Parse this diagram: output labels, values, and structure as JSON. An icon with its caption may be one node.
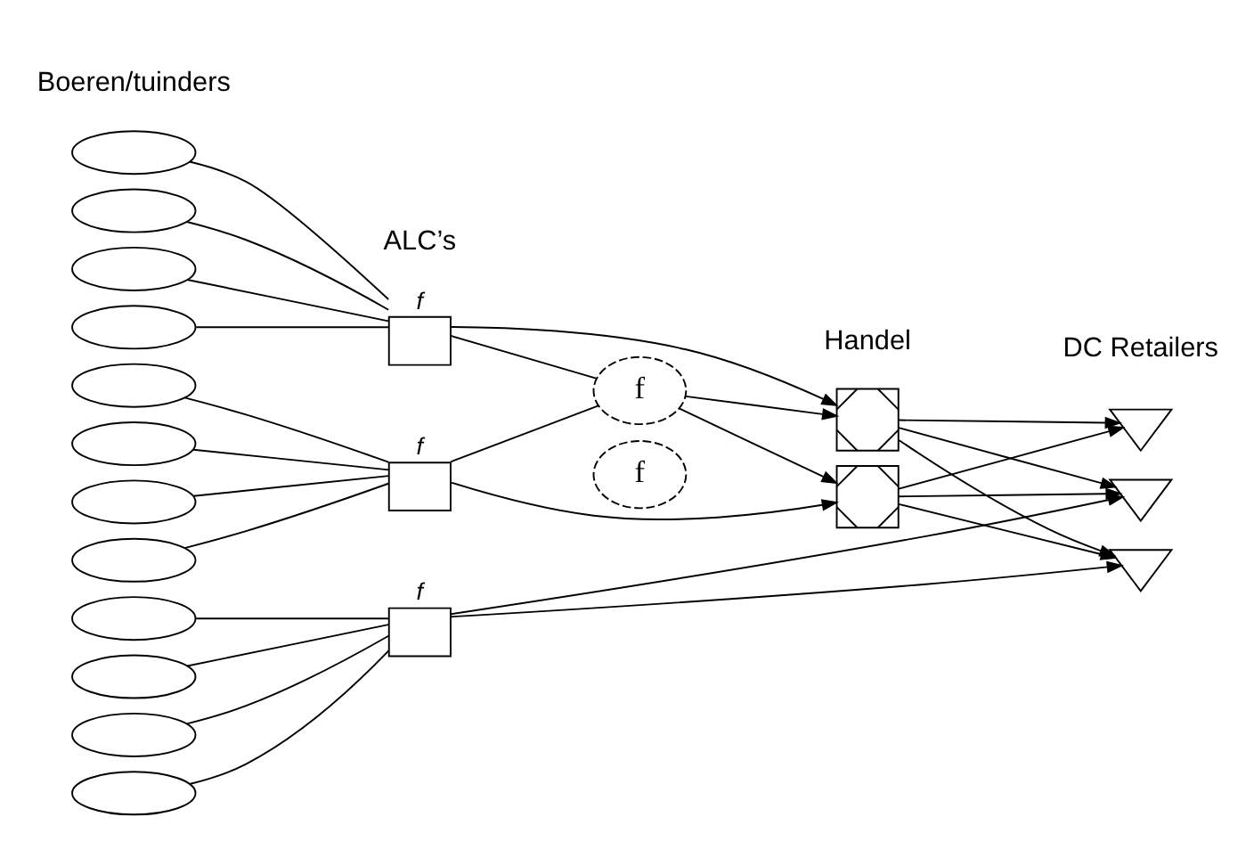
{
  "diagram": {
    "nodes": [
      {
        "text": [],
        "shape": "ellipse"
      },
      {
        "text": [],
        "shape": "ellipse"
      },
      {
        "text": [],
        "shape": "ellipse"
      },
      {
        "text": [],
        "shape": "ellipse"
      },
      {
        "text": [],
        "shape": "ellipse"
      },
      {
        "text": [],
        "shape": "ellipse"
      },
      {
        "text": [],
        "shape": "ellipse"
      },
      {
        "text": [],
        "shape": "ellipse"
      },
      {
        "text": [],
        "shape": "ellipse"
      },
      {
        "text": [],
        "shape": "ellipse"
      },
      {
        "text": [],
        "shape": "ellipse"
      },
      {
        "text": [],
        "shape": "ellipse"
      },
      {
        "text": [],
        "shape": "bowtie",
        "beside": [
          "f"
        ]
      },
      {
        "text": [
          "f"
        ]
      },
      {
        "text": [],
        "shape": "bowtie",
        "beside": [
          "f"
        ]
      },
      {
        "text": [
          "f"
        ]
      },
      {
        "text": [],
        "shape": "bowtie",
        "beside": [
          "f"
        ]
      },
      {
        "text": [],
        "shape": "valve"
      },
      {
        "text": [],
        "shape": "valve"
      },
      {
        "text": [],
        "shape": "triangle"
      },
      {
        "text": [],
        "shape": "triangle"
      },
      {
        "text": [],
        "shape": "triangle"
      }
    ],
    "edges": [
      {
        "from": 0,
        "to": 12,
        "arrow": "none"
      },
      {
        "from": 1,
        "to": 12,
        "arrow": "none"
      },
      {
        "from": 2,
        "to": 12,
        "arrow": "none"
      },
      {
        "from": 3,
        "to": 12,
        "arrow": "none"
      },
      {
        "from": 4,
        "to": 14,
        "arrow": "none"
      },
      {
        "from": 5,
        "to": 14,
        "arrow": "none"
      },
      {
        "from": 6,
        "to": 14,
        "arrow": "none"
      },
      {
        "from": 7,
        "to": 14,
        "arrow": "none"
      },
      {
        "from": 8,
        "to": 16,
        "arrow": "none"
      },
      {
        "from": 9,
        "to": 16,
        "arrow": "none"
      },
      {
        "from": 10,
        "to": 16,
        "arrow": "none"
      },
      {
        "from": 11,
        "to": 16,
        "arrow": "none"
      },
      {
        "from": 12,
        "to": 17,
        "arrow": "to"
      },
      {
        "from": 12,
        "to": 13,
        "arrow": "none"
      },
      {
        "from": 14,
        "to": 13,
        "arrow": "none"
      },
      {
        "from": 13,
        "to": 17,
        "arrow": "to"
      },
      {
        "from": 13,
        "to": 18,
        "arrow": "to"
      },
      {
        "from": 14,
        "to": 18,
        "arrow": "to"
      },
      {
        "from": 17,
        "to": 19,
        "arrow": "to"
      },
      {
        "from": 17,
        "to": 20,
        "arrow": "to"
      },
      {
        "from": 17,
        "to": 21,
        "arrow": "to"
      },
      {
        "from": 18,
        "to": 19,
        "arrow": "to"
      },
      {
        "from": 18,
        "to": 20,
        "arrow": "to"
      },
      {
        "from": 18,
        "to": 21,
        "arrow": "to"
      },
      {
        "from": 16,
        "to": 20,
        "arrow": "to"
      },
      {
        "from": 16,
        "to": 21,
        "arrow": "to"
      }
    ],
    "labels": [
      "Boeren/tuinders",
      "ALC’s",
      "Handel",
      "DC Retailers"
    ]
  }
}
